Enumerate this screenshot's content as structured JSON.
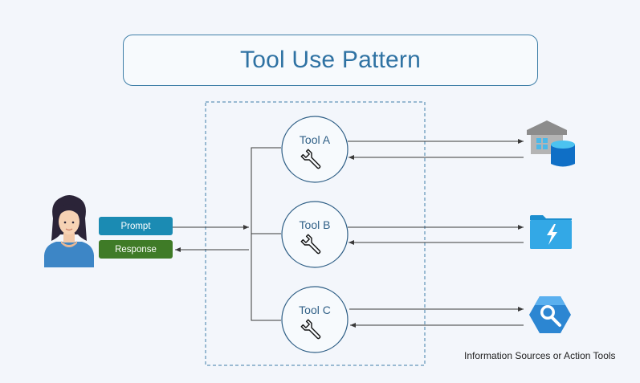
{
  "title": "Tool Use Pattern",
  "prompt_label": "Prompt",
  "response_label": "Response",
  "tools": [
    {
      "label": "Tool A"
    },
    {
      "label": "Tool B"
    },
    {
      "label": "Tool C"
    }
  ],
  "footer": "Information Sources or Action Tools",
  "colors": {
    "prompt": "#1b8bb3",
    "response": "#3f7b27",
    "accent": "#2f72a3",
    "line": "#3a3a3a"
  },
  "icons": [
    "user-avatar",
    "wrench-icon",
    "warehouse-database-icon",
    "folder-lightning-icon",
    "search-hexagon-icon"
  ]
}
